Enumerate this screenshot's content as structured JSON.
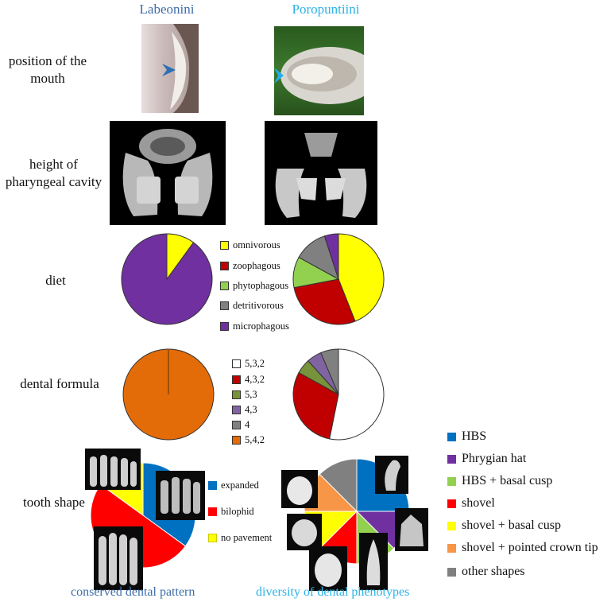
{
  "columns": {
    "left": {
      "label": "Labeonini",
      "color": "#3f6ea8"
    },
    "right": {
      "label": "Poropuntiini",
      "color": "#2bb2e6"
    }
  },
  "rows": {
    "mouth": "position of the mouth",
    "cavity": "height of pharyngeal cavity",
    "diet": "diet",
    "dental": "dental formula",
    "tooth": "tooth shape"
  },
  "footer": {
    "left": "conserved dental pattern",
    "right": "diversity of dental phenotypes"
  },
  "chart_data": [
    {
      "id": "diet",
      "type": "pie",
      "categories": [
        "omnivorous",
        "zoophagous",
        "phytophagous",
        "detritivorous",
        "microphagous"
      ],
      "colors": [
        "#ffff00",
        "#c00000",
        "#92d050",
        "#808080",
        "#7030a0"
      ],
      "series": [
        {
          "values": [
            0.1,
            0,
            0,
            0,
            0.9
          ]
        },
        {
          "values": [
            0.44,
            0.28,
            0.11,
            0.12,
            0.05
          ]
        }
      ]
    },
    {
      "id": "dental_formula",
      "type": "pie",
      "categories": [
        "5,3,2",
        "4,3,2",
        "5,3",
        "4,3",
        "4",
        "5,4,2"
      ],
      "colors": [
        "#ffffff",
        "#c00000",
        "#77933c",
        "#8064a2",
        "#808080",
        "#e36c09"
      ],
      "series": [
        {
          "values": [
            0,
            0,
            0,
            0,
            0,
            1.0
          ]
        },
        {
          "values": [
            0.5,
            0.28,
            0.05,
            0.05,
            0.06,
            0
          ]
        }
      ]
    },
    {
      "id": "tooth_shape_left",
      "type": "pie",
      "categories": [
        "expanded",
        "bilophid",
        "no pavement"
      ],
      "colors": [
        "#0070c0",
        "#ff0000",
        "#ffff00"
      ],
      "values": [
        0.35,
        0.5,
        0.15
      ]
    },
    {
      "id": "tooth_shape_right",
      "type": "pie",
      "categories": [
        "HBS",
        "Phrygian hat",
        "HBS + basal cusp",
        "shovel",
        "shovel + basal cusp",
        "shovel + pointed crown tip",
        "other shapes"
      ],
      "colors": [
        "#0070c0",
        "#7030a0",
        "#92d050",
        "#ff0000",
        "#ffff00",
        "#f79646",
        "#808080"
      ],
      "values": [
        0.25,
        0.125,
        0.125,
        0.125,
        0.125,
        0.125,
        0.125
      ]
    }
  ]
}
